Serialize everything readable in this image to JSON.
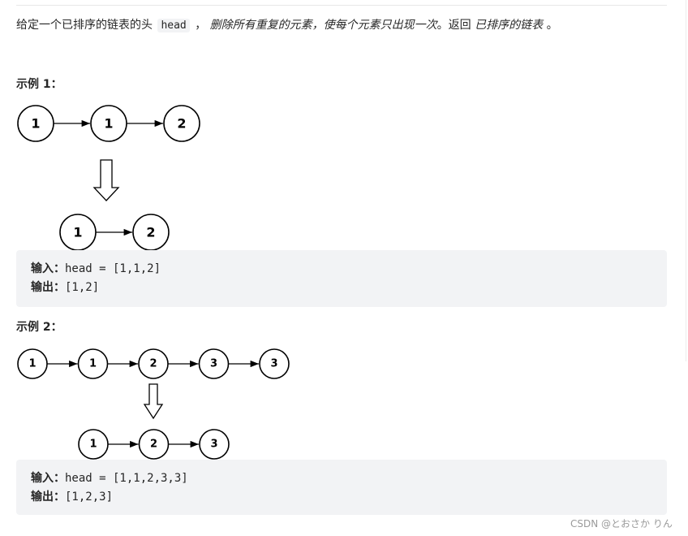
{
  "problem": {
    "desc_prefix": "给定一个已排序的链表的头",
    "desc_code": "head",
    "desc_sep": "，",
    "desc_em1": "删除所有重复的元素，使每个元素只出现一次",
    "desc_mid": "。返回",
    "desc_em2": "已排序的链表",
    "desc_suffix": "。"
  },
  "examples": [
    {
      "title": "示例 1：",
      "list_before": [
        "1",
        "1",
        "2"
      ],
      "list_after": [
        "1",
        "2"
      ],
      "input_label": "输入：",
      "input_value": "head = [1,1,2]",
      "output_label": "输出：",
      "output_value": "[1,2]"
    },
    {
      "title": "示例 2：",
      "list_before": [
        "1",
        "1",
        "2",
        "3",
        "3"
      ],
      "list_after": [
        "1",
        "2",
        "3"
      ],
      "input_label": "输入：",
      "input_value": "head = [1,1,2,3,3]",
      "output_label": "输出：",
      "output_value": "[1,2,3]"
    }
  ],
  "watermark": "CSDN @とおさか りん"
}
